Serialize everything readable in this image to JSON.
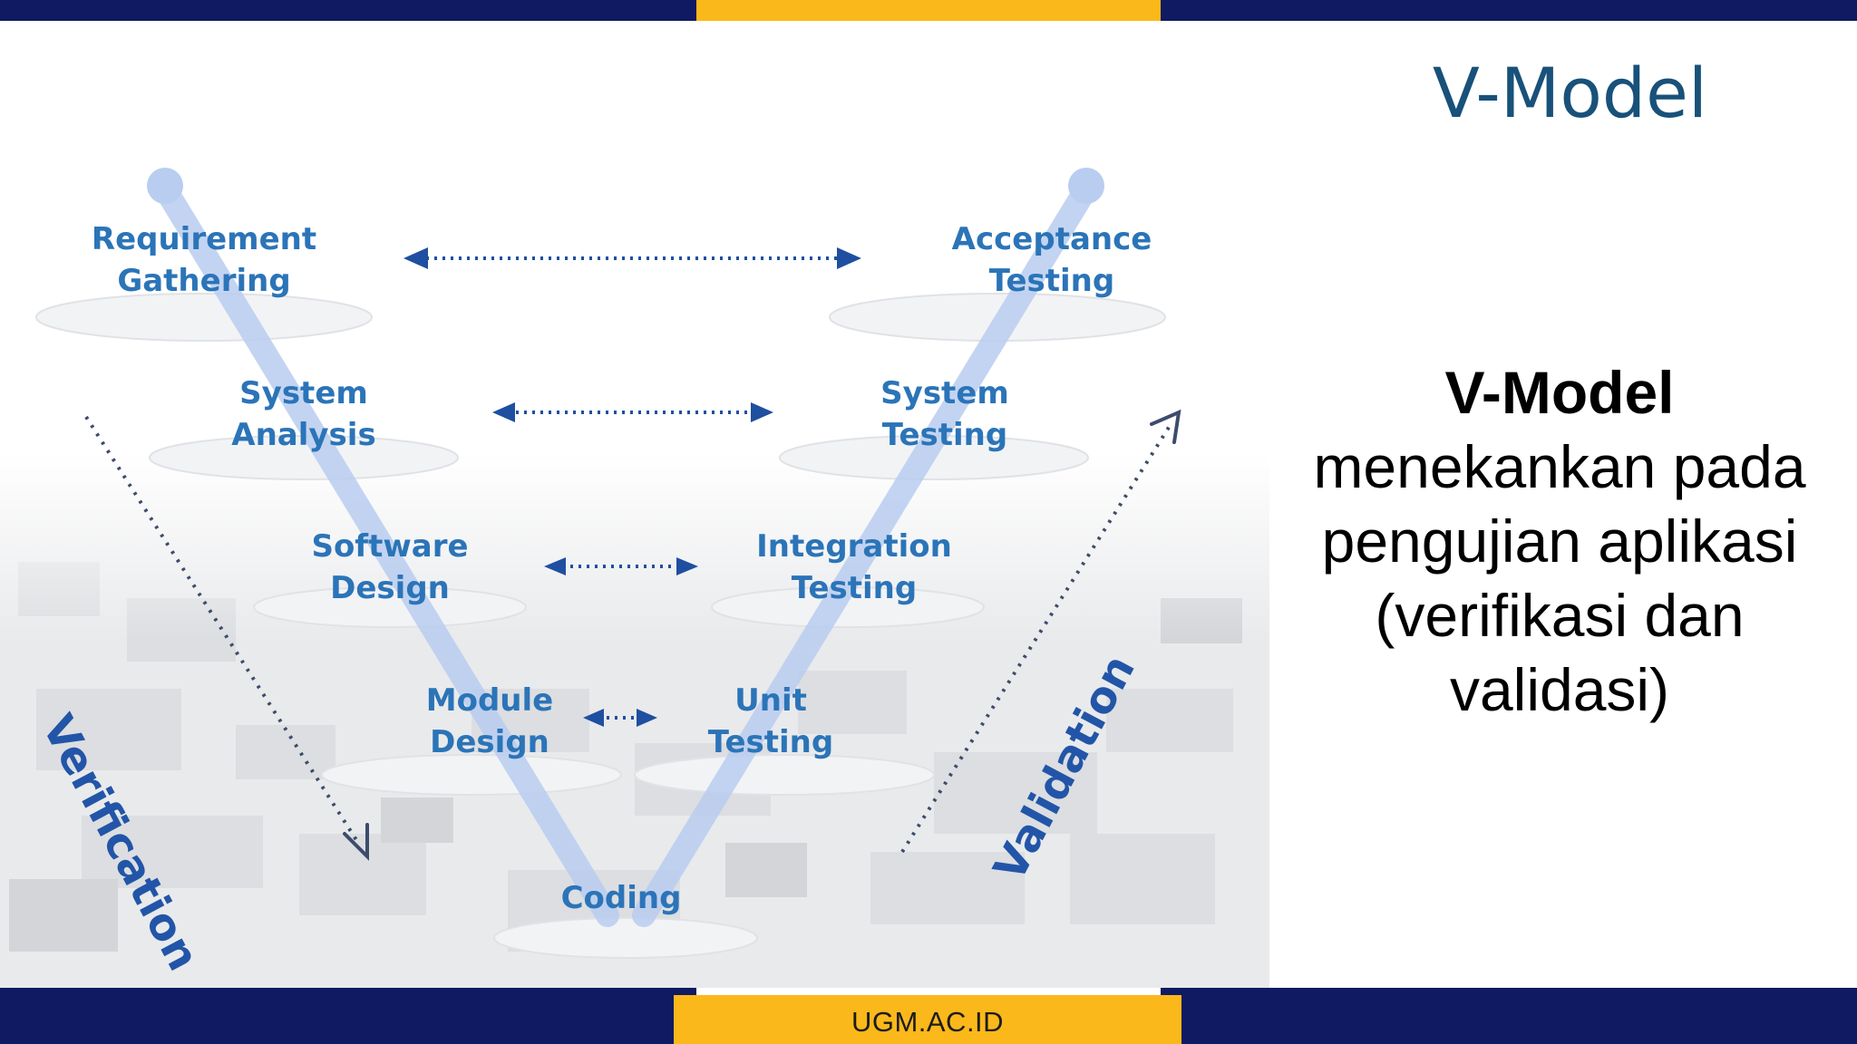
{
  "slide": {
    "title": "V-Model",
    "description_bold": "V-Model",
    "description_body": "menekankan pada pengujian aplikasi (verifikasi dan validasi)",
    "footer": "UGM.AC.ID"
  },
  "diagram": {
    "left_side": [
      {
        "label": "Requirement\nGathering"
      },
      {
        "label": "System\nAnalysis"
      },
      {
        "label": "Software\nDesign"
      },
      {
        "label": "Module\nDesign"
      }
    ],
    "right_side": [
      {
        "label": "Acceptance\nTesting"
      },
      {
        "label": "System\nTesting"
      },
      {
        "label": "Integration\nTesting"
      },
      {
        "label": "Unit\nTesting"
      }
    ],
    "bottom": {
      "label": "Coding"
    },
    "verification_label": "Verification",
    "validation_label": "Validation"
  },
  "colors": {
    "navy": "#0f1a62",
    "gold": "#fbb81b",
    "stage_text": "#2b74b8",
    "arrow": "#1f4fa0",
    "title": "#18517a"
  }
}
